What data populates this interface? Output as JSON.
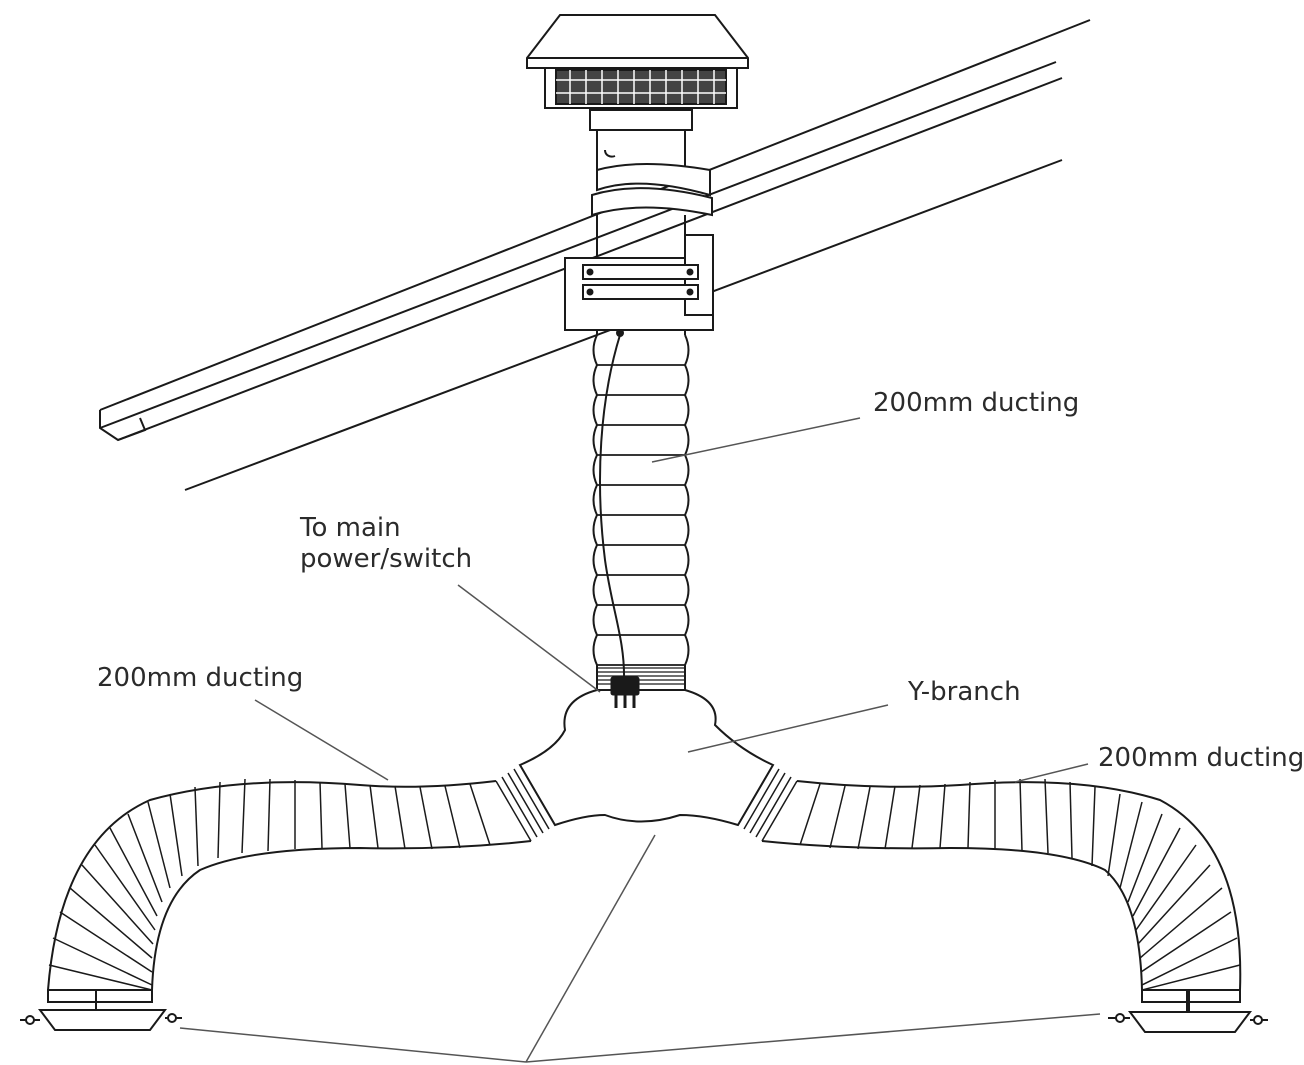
{
  "labels": {
    "ducting_top": "200mm ducting",
    "power_line1": "To main",
    "power_line2": "power/switch",
    "ducting_left": "200mm ducting",
    "ybranch": "Y-branch",
    "ducting_right": "200mm ducting"
  },
  "colors": {
    "line": "#1a1a1a",
    "text": "#2b2b2b",
    "fill": "#ffffff"
  }
}
